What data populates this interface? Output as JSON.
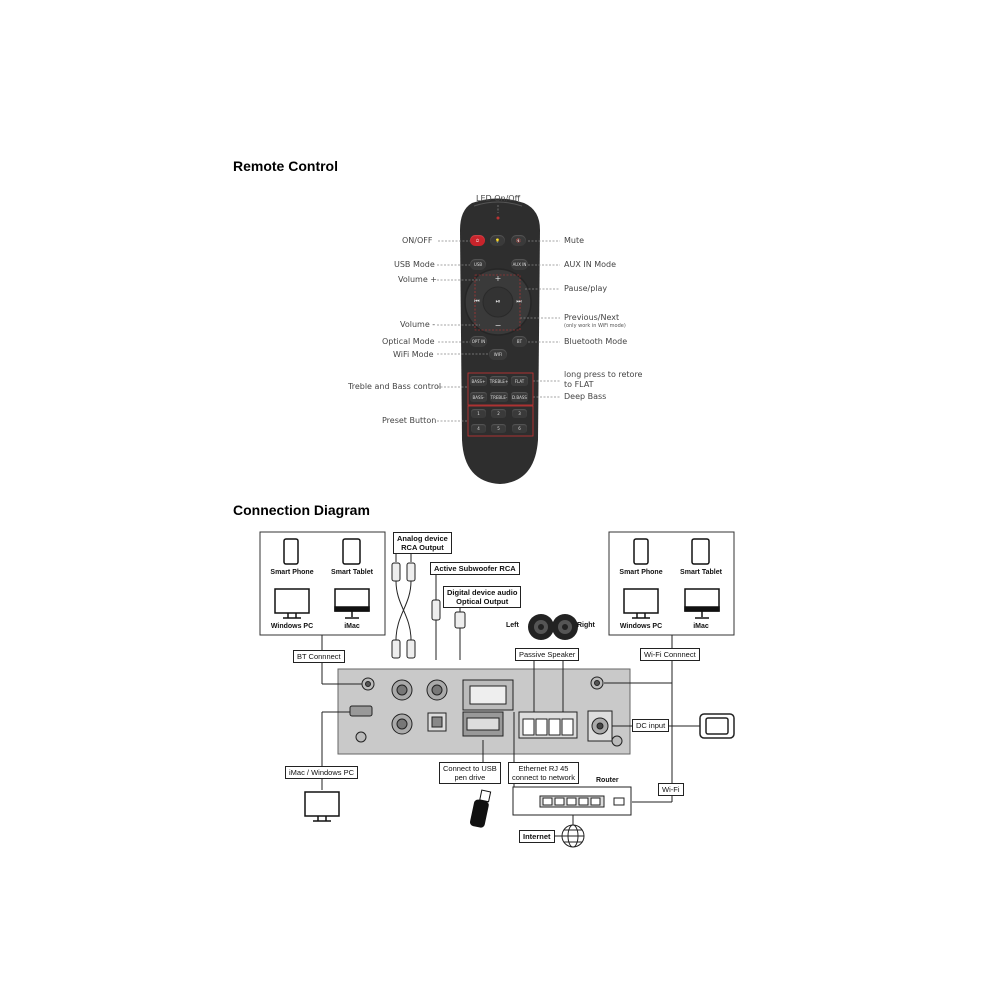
{
  "sections": {
    "remote_title": "Remote Control",
    "diagram_title": "Connection Diagram"
  },
  "remote": {
    "labels_left": {
      "on_off": "ON/OFF",
      "usb_mode": "USB Mode",
      "volume_plus": "Volume +",
      "volume_minus": "Volume -",
      "optical_mode": "Optical Mode",
      "wifi_mode": "WiFi Mode",
      "treble_bass": "Treble and Bass control",
      "preset": "Preset Button"
    },
    "labels_right": {
      "led": "LED On/Off",
      "mute": "Mute",
      "aux_mode": "AUX IN Mode",
      "pause_play": "Pause/play",
      "prev_next": "Previous/Next",
      "prev_next_note": "(only work in WiFi mode)",
      "bt_mode": "Bluetooth Mode",
      "long_press_1": "long press to retore",
      "long_press_2": "to FLAT",
      "deep_bass": "Deep Bass"
    },
    "buttons": {
      "usb": "USB",
      "aux": "AUX IN",
      "optin": "OPT IN",
      "bt": "BT",
      "wifi": "WIFI",
      "bass_plus": "BASS+",
      "treble_plus": "TREBLE+",
      "flat": "FLAT",
      "bass_minus": "BASS-",
      "treble_minus": "TREBLE-",
      "dbass": "D.BASS",
      "p1": "1",
      "p2": "2",
      "p3": "3",
      "p4": "4",
      "p5": "5",
      "p6": "6",
      "vol_plus": "+",
      "vol_minus": "−",
      "prev": "⏮",
      "play": "⏯",
      "next": "⏭"
    }
  },
  "diagram": {
    "left_devices": [
      "Smart Phone",
      "Smart Tablet",
      "Windows PC",
      "iMac"
    ],
    "right_devices": [
      "Smart Phone",
      "Smart Tablet",
      "Windows PC",
      "iMac"
    ],
    "bt_connect": "BT Connnect",
    "wifi_connect": "Wi-Fi Connnect",
    "analog_rca": "Analog device\nRCA Output",
    "active_sub": "Active Subwoofer RCA",
    "digital_optical": "Digital device audio\nOptical Output",
    "left": "Left",
    "right": "Right",
    "passive_speaker": "Passive Speaker",
    "dc_input": "DC input",
    "imac_windows": "iMac / Windows PC",
    "usb_pen": "Connect to USB\npen drive",
    "ethernet": "Ethernet RJ 45\nconnect to network",
    "router": "Router",
    "wifi": "Wi-Fi",
    "internet": "Internet"
  }
}
